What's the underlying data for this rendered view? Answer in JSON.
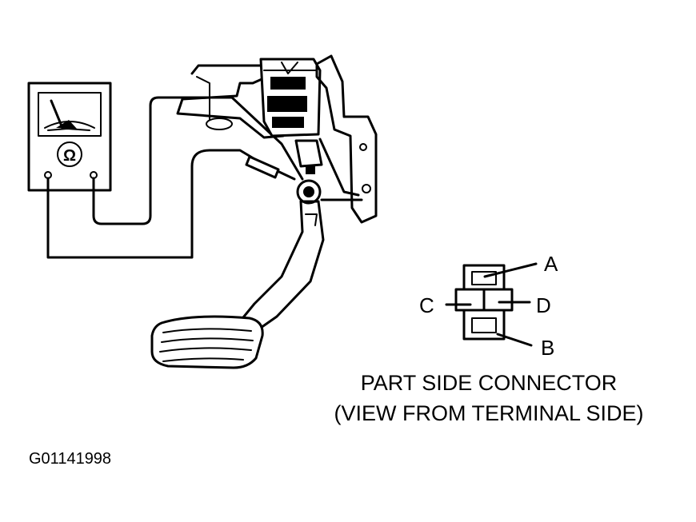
{
  "meter": {
    "symbol": "Ω"
  },
  "connector": {
    "pins": {
      "a": "A",
      "b": "B",
      "c": "C",
      "d": "D"
    },
    "caption_line1": "PART SIDE CONNECTOR",
    "caption_line2": "(VIEW FROM TERMINAL SIDE)"
  },
  "figure_id": "G01141998"
}
